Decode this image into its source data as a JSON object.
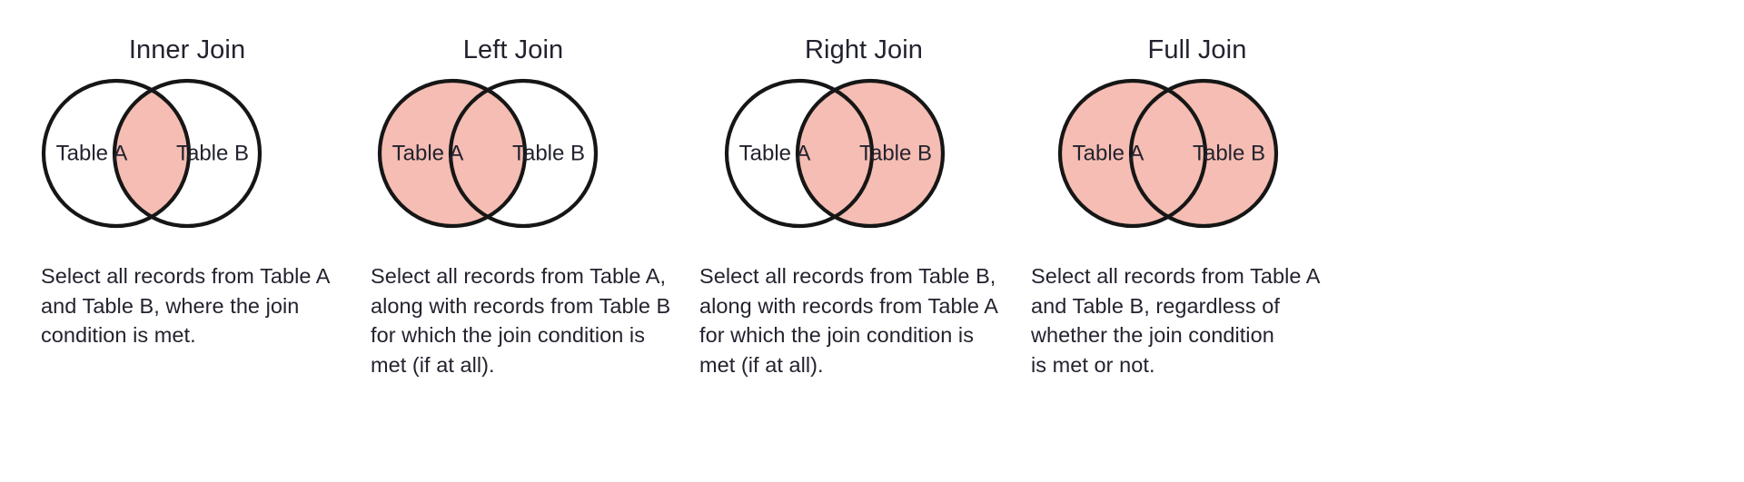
{
  "figure": {
    "background_color": "#ffffff",
    "fill_color": "#f5bdb3",
    "stroke_color": "#161616",
    "text_color": "#23232f",
    "label_a": "Table A",
    "label_b": "Table B"
  },
  "columns": [
    {
      "id": "inner",
      "title": "Inner Join",
      "fill_mode": "intersection",
      "label_a": "Table A",
      "label_b": "Table B",
      "caption": "Select all records from Table A\nand Table B, where the join\ncondition is met."
    },
    {
      "id": "left",
      "title": "Left Join",
      "fill_mode": "left",
      "label_a": "Table A",
      "label_b": "Table B",
      "caption": "Select all records from Table A,\nalong with records from Table B\nfor which the join condition is\nmet (if at all)."
    },
    {
      "id": "right",
      "title": "Right Join",
      "fill_mode": "right",
      "label_a": "Table A",
      "label_b": "Table B",
      "caption": "Select all records from Table B,\nalong with records from Table A\nfor which the join condition is\nmet (if at all)."
    },
    {
      "id": "full",
      "title": "Full Join",
      "fill_mode": "both",
      "label_a": "Table A",
      "label_b": "Table B",
      "caption": "Select all records from Table A\nand Table B, regardless of\nwhether the join condition\nis met or not."
    }
  ]
}
